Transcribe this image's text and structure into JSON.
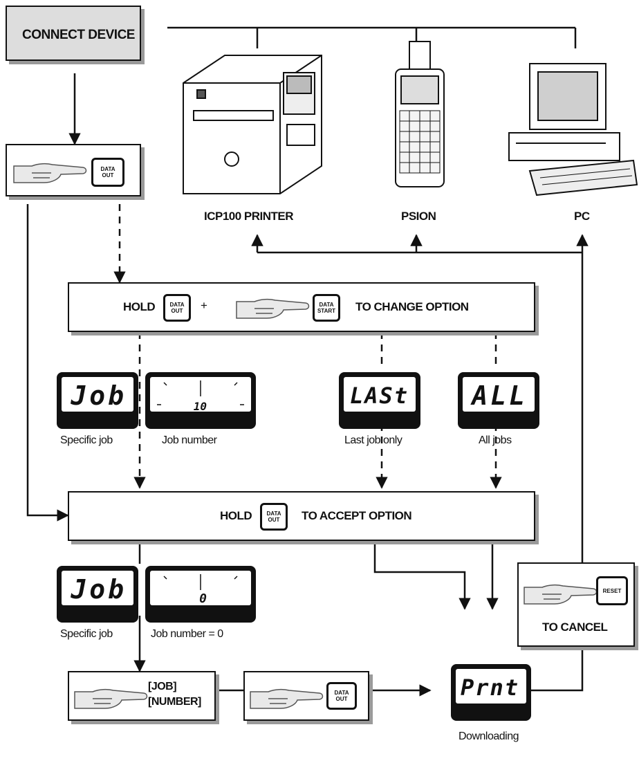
{
  "start": {
    "label": "CONNECT DEVICE"
  },
  "devices": [
    {
      "name": "printer-device",
      "label": "ICP100 PRINTER"
    },
    {
      "name": "psion-device",
      "label": "PSION"
    },
    {
      "name": "pc-device",
      "label": "PC"
    }
  ],
  "keys": {
    "data_out": [
      "DATA",
      "OUT"
    ],
    "data_start": [
      "DATA",
      "START"
    ],
    "reset": "RESET"
  },
  "change_option": {
    "hold": "HOLD",
    "plus": "+",
    "action": "TO CHANGE OPTION"
  },
  "accept_option": {
    "hold": "HOLD",
    "action": "TO ACCEPT OPTION"
  },
  "options": [
    {
      "display": "Job",
      "caption": "Specific job"
    },
    {
      "display": "10",
      "caption": "Job number"
    },
    {
      "display": "LASt",
      "caption": "Last job only"
    },
    {
      "display": "ALL",
      "caption": "All jobs"
    }
  ],
  "accepted": [
    {
      "display": "Job",
      "caption": "Specific job"
    },
    {
      "display": "0",
      "caption": "Job number = 0"
    }
  ],
  "cancel": {
    "label": "TO CANCEL"
  },
  "job_number_step": {
    "line1": "[JOB]",
    "line2": "[NUMBER]"
  },
  "download": {
    "display": "Prnt",
    "caption": "Downloading"
  }
}
